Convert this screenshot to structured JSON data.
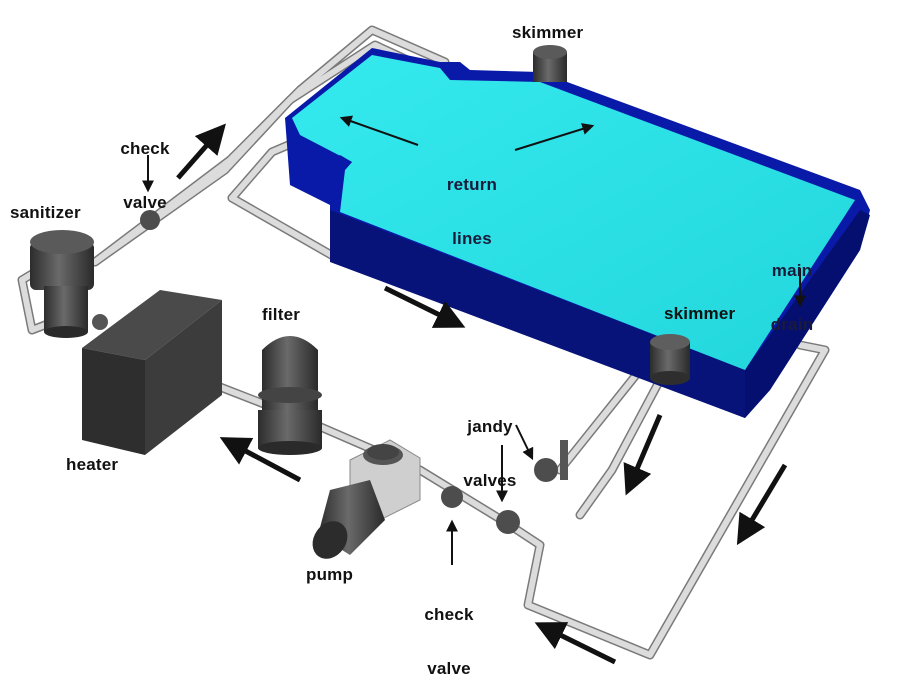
{
  "labels": {
    "skimmer_top": "skimmer",
    "skimmer_right": "skimmer",
    "return_lines_1": "return",
    "return_lines_2": "lines",
    "check_valve_top_1": "check",
    "check_valve_top_2": "valve",
    "sanitizer": "sanitizer",
    "main_drain_1": "main",
    "main_drain_2": "drain",
    "filter": "filter",
    "jandy_valves_1": "jandy",
    "jandy_valves_2": "valves",
    "heater": "heater",
    "pump": "pump",
    "check_valve_bottom_1": "check",
    "check_valve_bottom_2": "valve"
  },
  "colors": {
    "water": "#2fe6ea",
    "pool_wall": "#0a1aa8",
    "pool_wall_dark": "#050f70",
    "pipe": "#d8d8d8",
    "pipe_edge": "#7a7a7a",
    "equipment": "#3a3a3a",
    "equipment_light": "#5a5a5a",
    "arrow": "#111111"
  }
}
